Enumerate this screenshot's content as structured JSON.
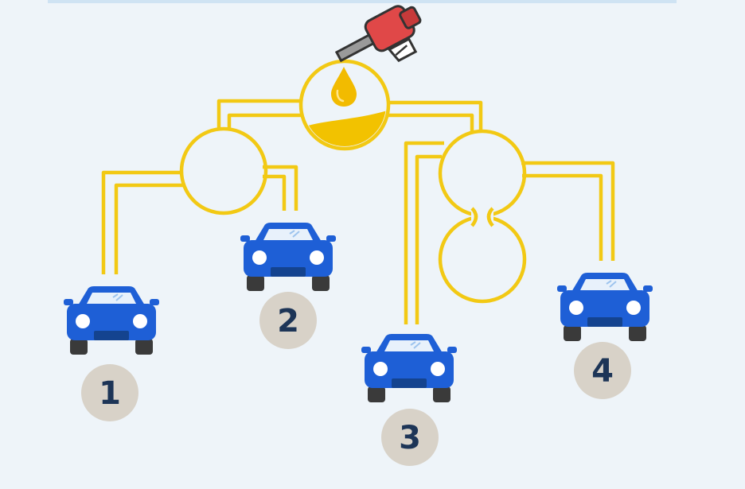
{
  "colors": {
    "background": "#eef4f9",
    "pipe": "#f2c914",
    "fuel": "#f2c200",
    "car_body": "#1e5fd6",
    "car_dark": "#14438f",
    "car_window": "#e8f1fb",
    "tire": "#3a3a3a",
    "badge": "#d8d2c8",
    "badge_text": "#1d3557",
    "nozzle_red": "#e04848",
    "nozzle_gray": "#9a9a9a"
  },
  "icons": {
    "nozzle": "fuel-nozzle-icon",
    "drop": "fuel-drop-icon",
    "car": "car-icon"
  },
  "cars": [
    {
      "label": "1"
    },
    {
      "label": "2"
    },
    {
      "label": "3"
    },
    {
      "label": "4"
    }
  ]
}
